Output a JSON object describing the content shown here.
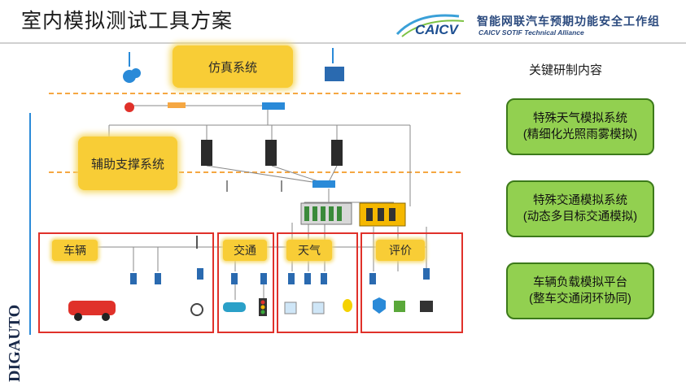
{
  "header": {
    "title": "室内模拟测试工具方案",
    "logo_text": "CAICV",
    "alliance_cn": "智能网联汽车预期功能安全工作组",
    "alliance_en": "CAICV SOTIF Technical Alliance"
  },
  "side_logo": {
    "text": "DIGAUTO"
  },
  "diagram": {
    "blocks": {
      "sim": "仿真系统",
      "support": "辅助支撑系统"
    },
    "sections": {
      "vehicle": "车辆",
      "traffic": "交通",
      "weather": "天气",
      "eval": "评价"
    },
    "colors": {
      "accent_yellow": "#f8cd36",
      "frame_red": "#e0312a",
      "dashed_orange": "#f5a742",
      "line_blue": "#2a8ad8"
    }
  },
  "panel": {
    "heading": "关键研制内容",
    "cards": [
      {
        "line1": "特殊天气模拟系统",
        "line2": "(精细化光照雨雾模拟)"
      },
      {
        "line1": "特殊交通模拟系统",
        "line2": "(动态多目标交通模拟)"
      },
      {
        "line1": "车辆负载模拟平台",
        "line2": "(整车交通闭环协同)"
      }
    ],
    "card_color": "#92d050"
  }
}
